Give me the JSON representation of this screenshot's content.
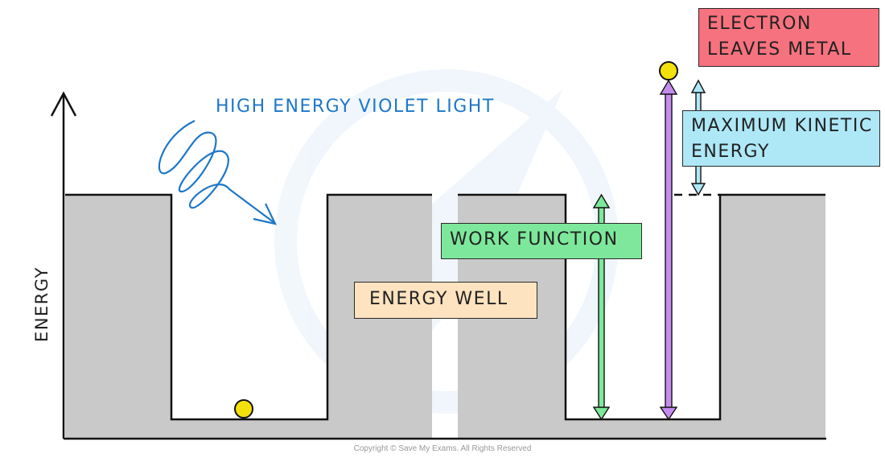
{
  "labels": {
    "light": "HIGH  ENERGY  VIOLET  LIGHT",
    "energy_well": "ENERGY  WELL",
    "work_function": "WORK  FUNCTION",
    "max_kinetic_line1": "MAXIMUM  KINETIC",
    "max_kinetic_line2": "ENERGY",
    "electron_leaves_line1": "ELECTRON",
    "electron_leaves_line2": "LEAVES  METAL",
    "y_axis": "ENERGY"
  },
  "copyright": "Copyright © Save My Exams. All Rights Reserved",
  "colors": {
    "well_fill": "#c9c9c9",
    "light_wave": "#1d77c9",
    "electron": "#f3e10b",
    "work_function_arrow": "#7de89b",
    "total_energy_arrow": "#c58cf0",
    "kinetic_arrow": "#aee8f7",
    "electron_label_bg": "#f7727f",
    "kinetic_label_bg": "#aee8f7",
    "work_label_bg": "#7de89b",
    "well_label_bg": "#fde3c0"
  }
}
